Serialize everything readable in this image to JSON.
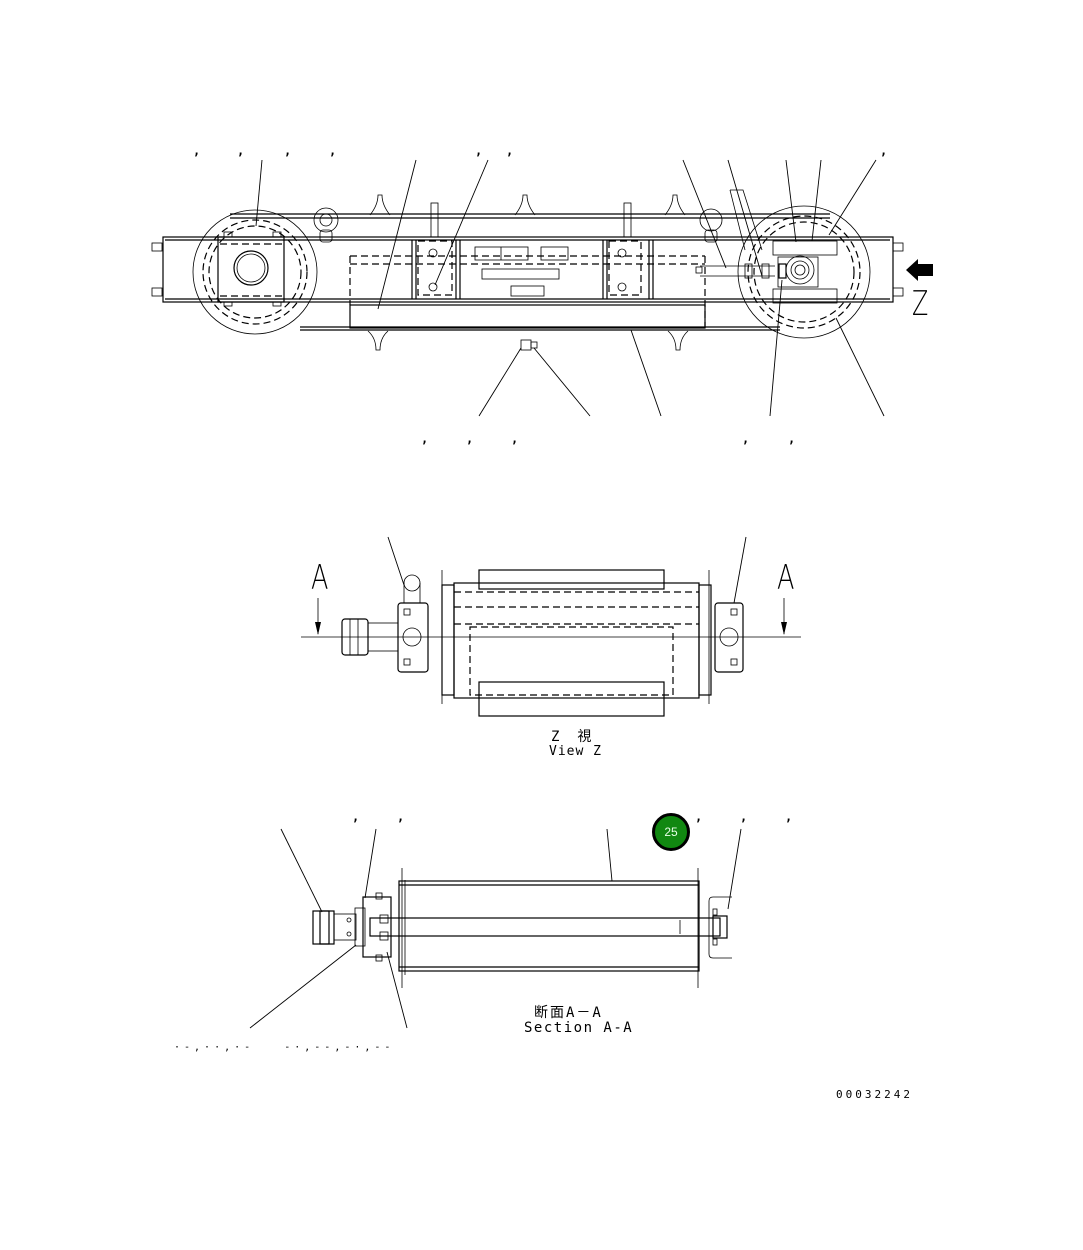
{
  "drawing": {
    "type": "parts-catalog-illustration",
    "views": {
      "top_view": {
        "arrow_label": "Z",
        "callout_commas_top": [
          ",",
          ",",
          ",",
          ",",
          ",",
          ",",
          ","
        ],
        "callout_commas_bottom": [
          ",",
          ",",
          ",",
          ",",
          ","
        ]
      },
      "view_z": {
        "title_jp": "Z　視",
        "title_en": "View Z",
        "section_mark_left": "A",
        "section_mark_right": "A"
      },
      "section_a_a": {
        "title_jp": "断面A－A",
        "title_en": "Section A-A",
        "callout_commas_top": [
          ",",
          ",",
          ",",
          ",",
          ","
        ],
        "bottom_note": "·-,··,·-   -·,--,-·,--"
      }
    },
    "badge": {
      "value": "25",
      "color": "#118811"
    },
    "drawing_number": "00032242"
  }
}
